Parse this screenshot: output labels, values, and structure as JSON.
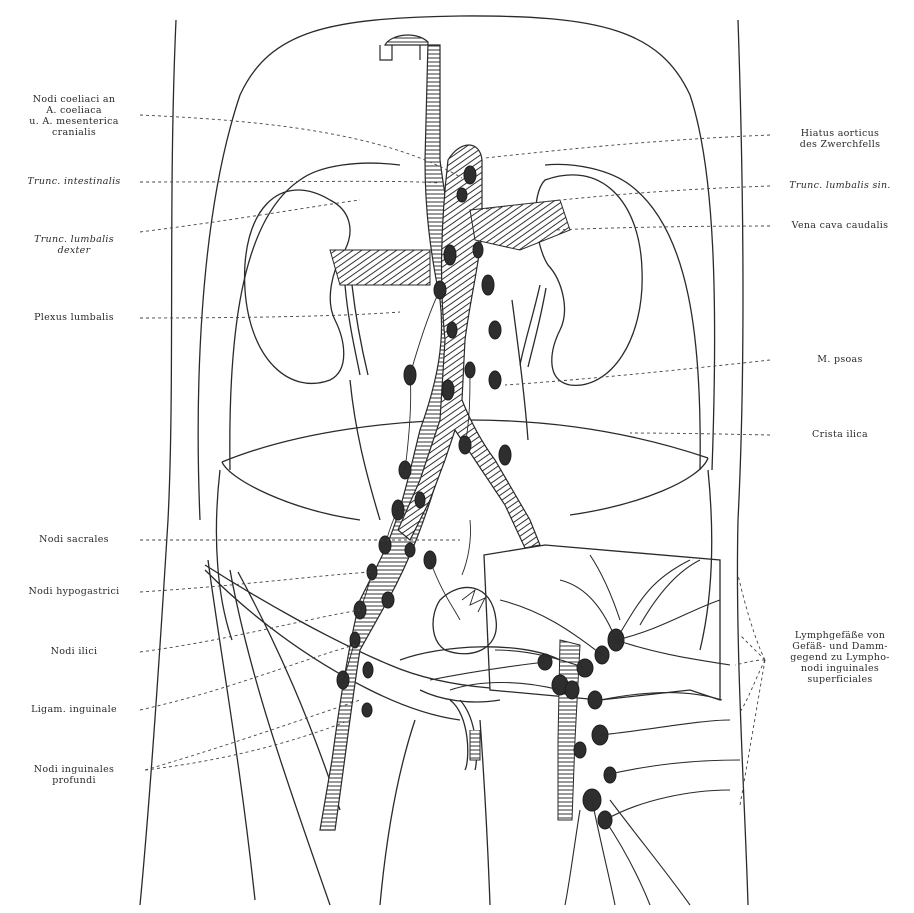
{
  "labels": {
    "nodi_coeliaci": "Nodi coeliaci an\nA. coeliaca\nu. A. mesenterica\ncranialis",
    "trunc_intestinalis": "Trunc. intestinalis",
    "trunc_lumbalis_dexter": "Trunc. lumbalis\ndexter",
    "plexus_lumbalis": "Plexus lumbalis",
    "nodi_sacrales": "Nodi sacrales",
    "nodi_hypogastrici": "Nodi hypogastrici",
    "nodi_ilici": "Nodi ilici",
    "ligam_inguinale": "Ligam. inguinale",
    "nodi_inguinales_profundi": "Nodi inguinales\nprofundi",
    "hiatus_aorticus": "Hiatus aorticus\ndes Zwerchfells",
    "trunc_lumbalis_sin": "Trunc. lumbalis sin.",
    "vena_cava_caudalis": "Vena cava caudalis",
    "m_psoas": "M. psoas",
    "crista_ilica": "Crista ilica",
    "lymphgefaesse": "Lymphgefäße von\nGefäß- und Damm-\ngegend zu Lympho-\nnodi inguinales\nsuperficiales"
  },
  "colors": {
    "ink": "#2a2a2a",
    "paper": "#ffffff"
  }
}
